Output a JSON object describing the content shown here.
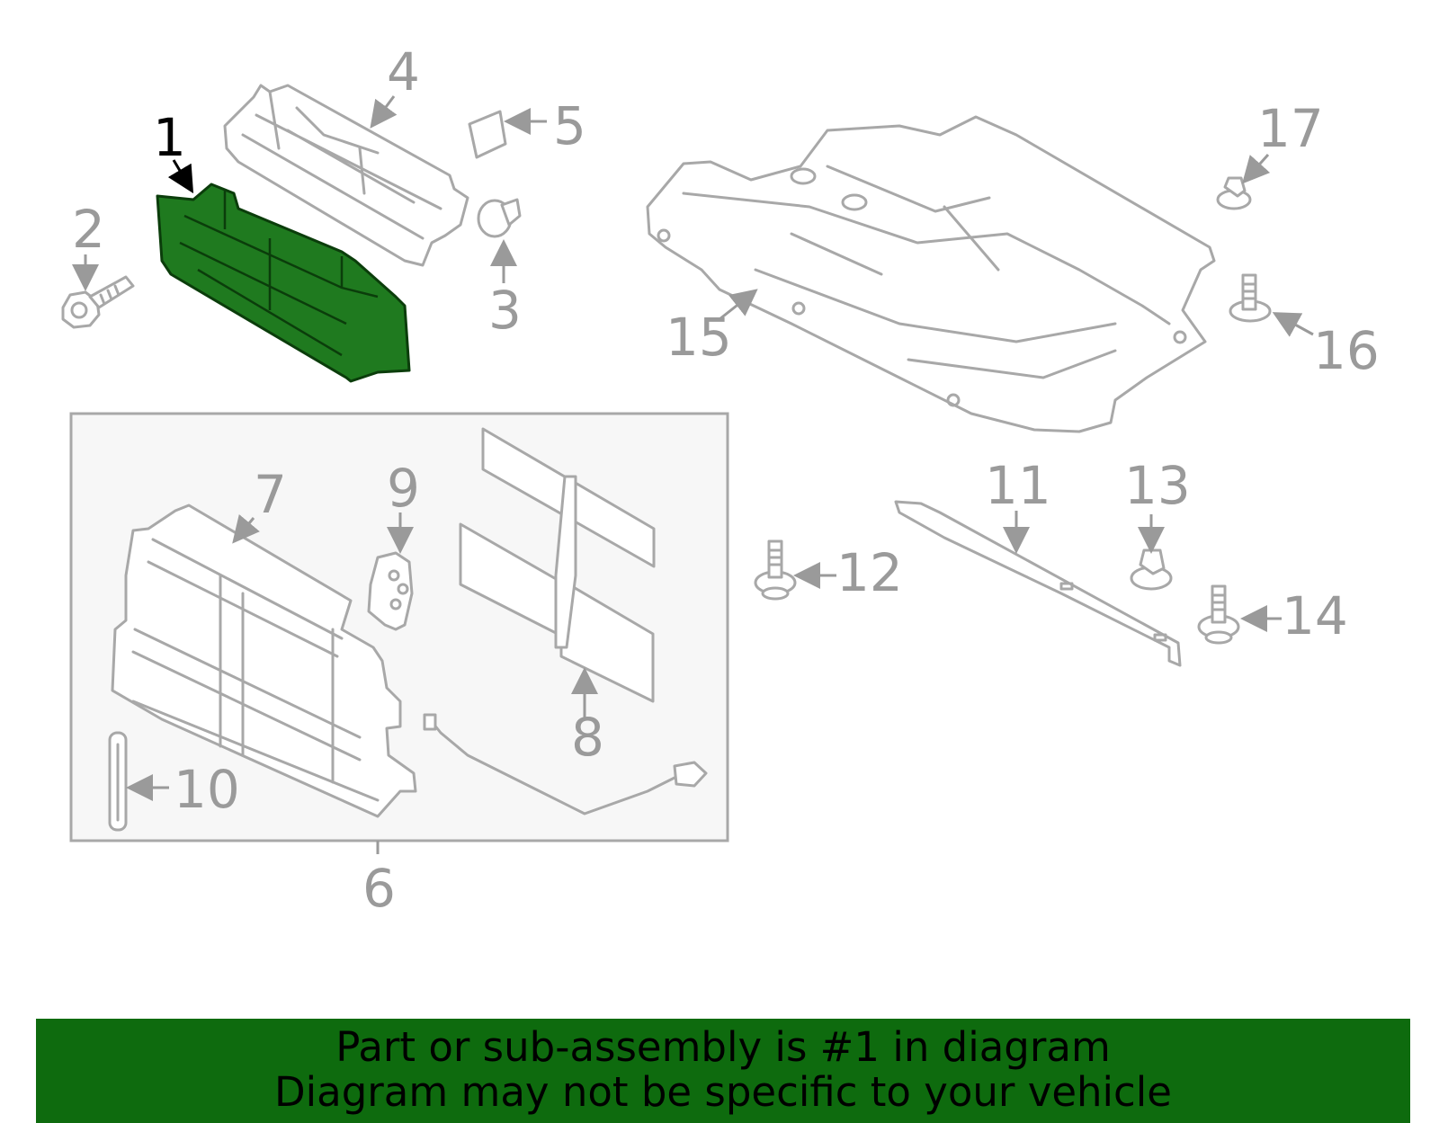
{
  "diagram": {
    "highlighted_part": "1",
    "highlight_color": "#1f7a1f",
    "line_color": "#a8a8a8",
    "callouts": [
      "1",
      "2",
      "3",
      "4",
      "5",
      "6",
      "7",
      "8",
      "9",
      "10",
      "11",
      "12",
      "13",
      "14",
      "15",
      "16",
      "17"
    ]
  },
  "banner": {
    "line1": "Part or sub-assembly is #1 in diagram",
    "line2": "Diagram may not be specific to your vehicle",
    "background": "#0e6b0e"
  }
}
